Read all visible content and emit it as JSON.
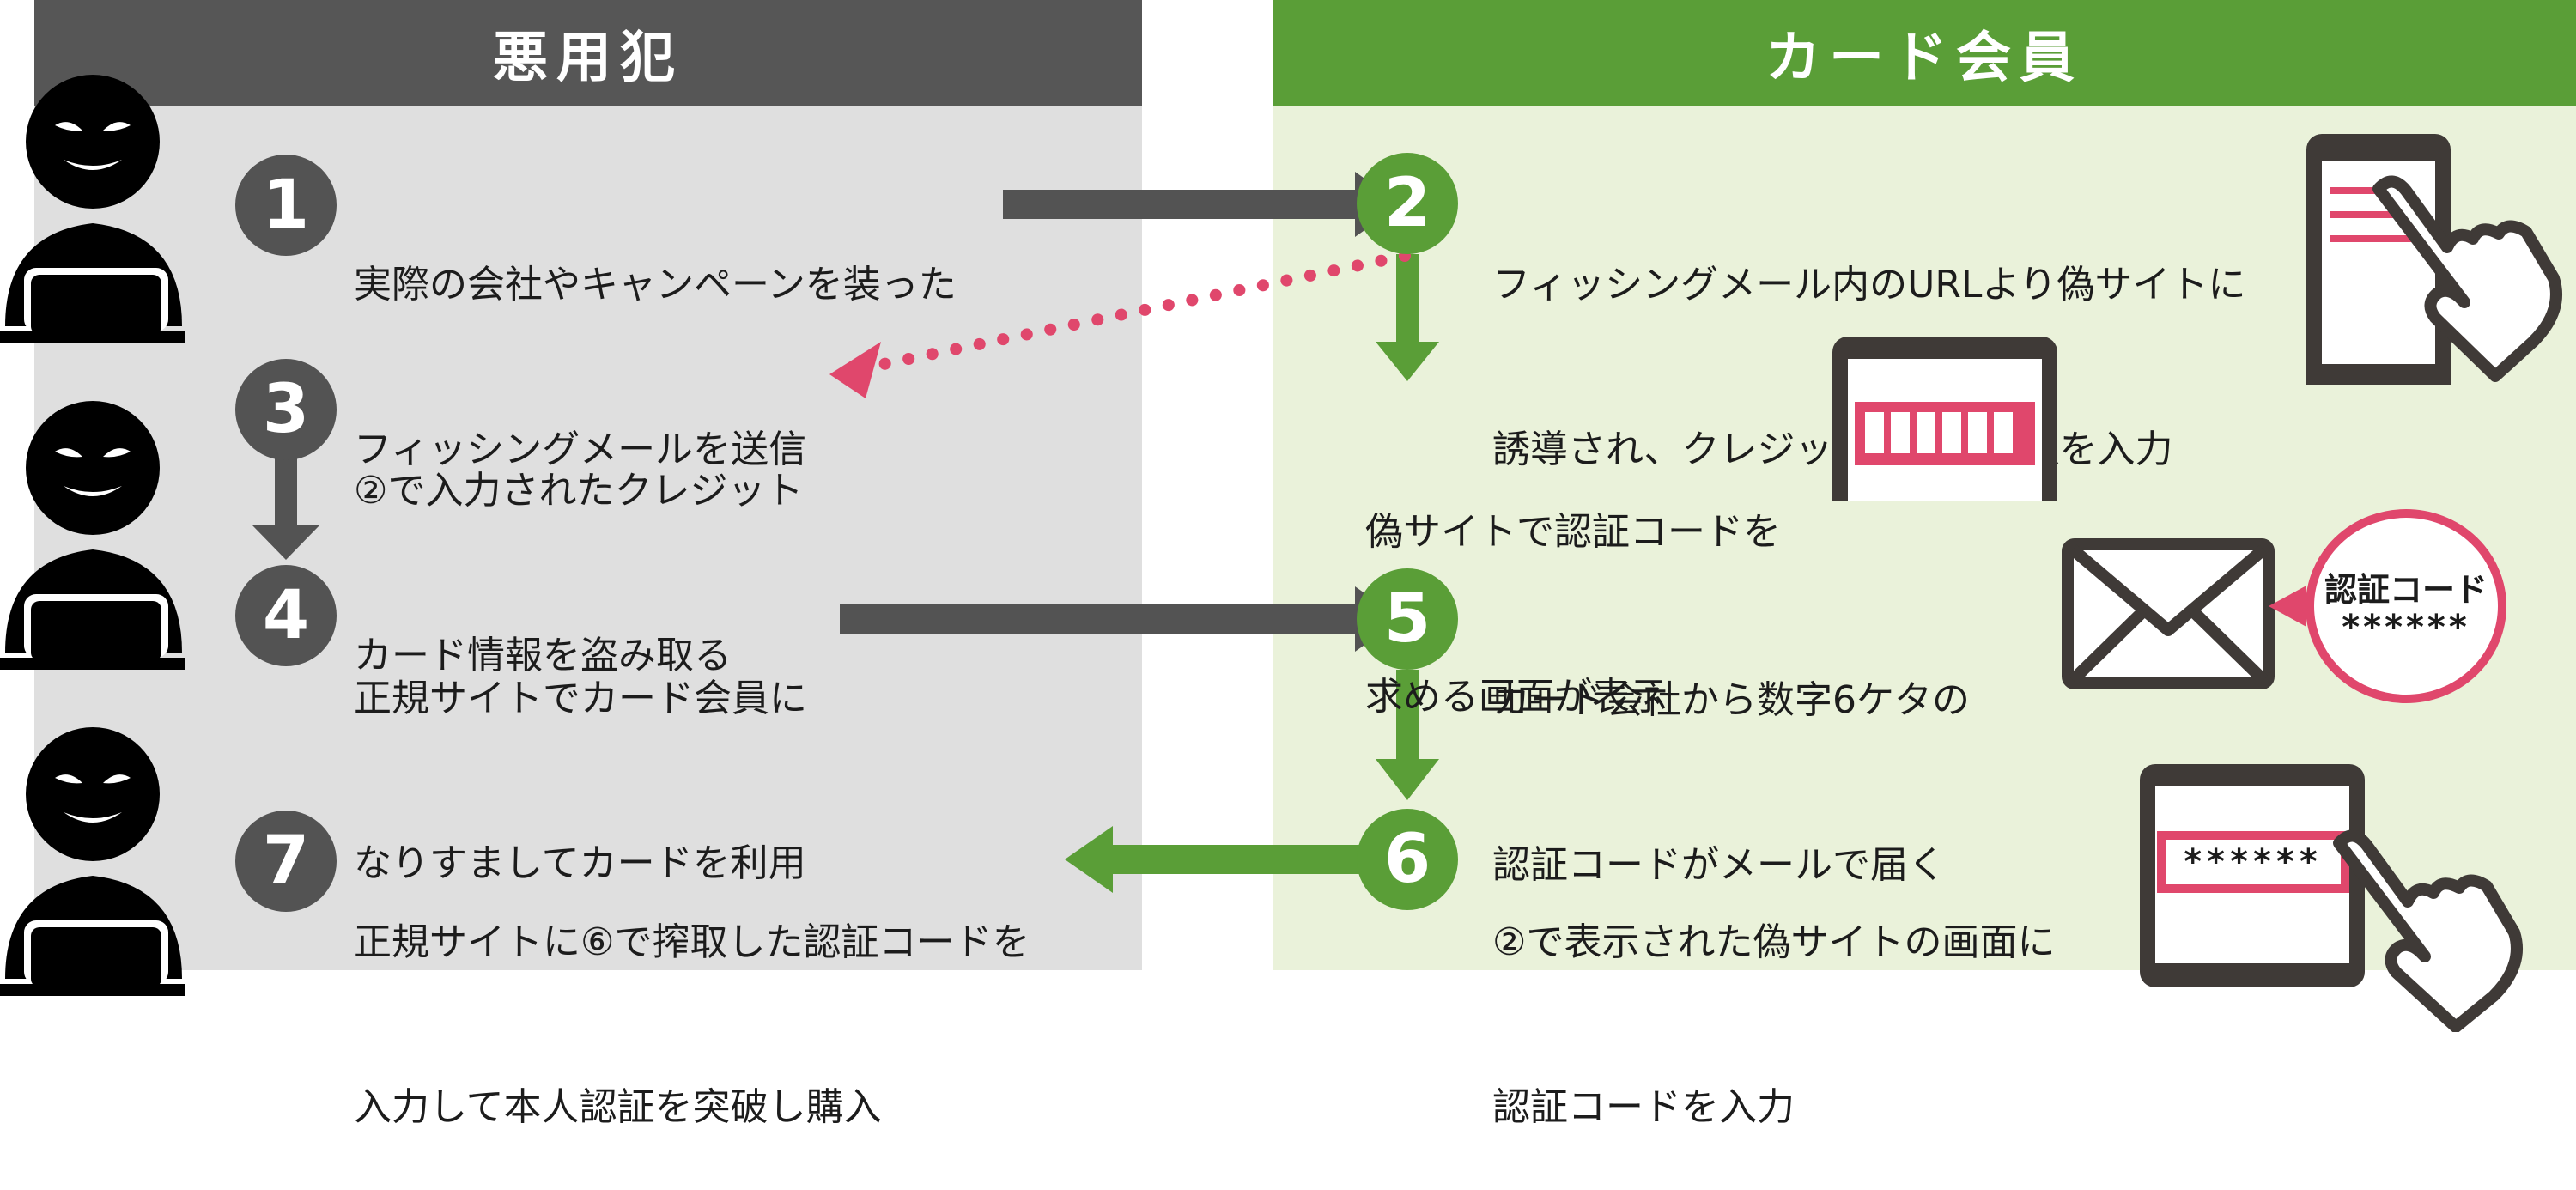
{
  "headers": {
    "left": "悪用犯",
    "right": "カード会員"
  },
  "steps": [
    {
      "num": "1",
      "lines": [
        "実際の会社やキャンペーンを装った",
        "フィッシングメールを送信"
      ]
    },
    {
      "num": "2",
      "lines": [
        "フィッシングメール内のURLより偽サイトに",
        "誘導され、クレジットカード情報を入力"
      ]
    },
    {
      "num": "3",
      "lines": [
        "②で入力されたクレジット",
        "カード情報を盗み取る"
      ]
    },
    {
      "num": "4",
      "lines": [
        "正規サイトでカード会員に",
        "なりすましてカードを利用"
      ]
    },
    {
      "num": "5",
      "lines": [
        "カード会社から数字6ケタの",
        "認証コードがメールで届く"
      ]
    },
    {
      "num": "6",
      "lines": [
        "②で表示された偽サイトの画面に",
        "認証コードを入力"
      ]
    },
    {
      "num": "7",
      "lines": [
        "正規サイトに⑥で搾取した認証コードを",
        "入力して本人認証を突破し購入"
      ]
    }
  ],
  "intermediate": {
    "lines": [
      "偽サイトで認証コードを",
      "求める画面が表示"
    ]
  },
  "email_bubble": {
    "title": "認証コード",
    "code": "******"
  },
  "phone_input_code": "******",
  "colors": {
    "left_header": "#565656",
    "right_header": "#5a9e37",
    "left_bg": "#dfdfdf",
    "right_bg": "#eaf2da",
    "gray_step": "#535353",
    "green_step": "#5a9e37",
    "pink": "#e0476c",
    "dark": "#3f3a37"
  }
}
